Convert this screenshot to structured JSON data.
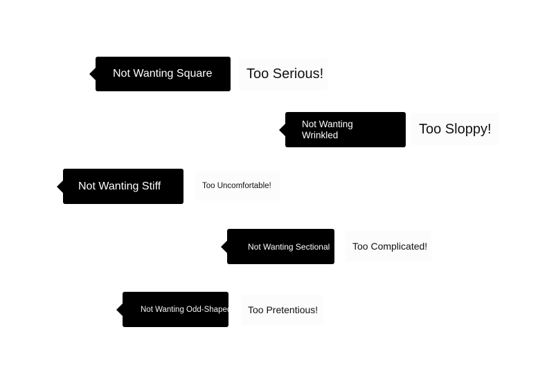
{
  "items": [
    {
      "bubble_label": "Not Wanting Square",
      "tag_label": "Too Serious!"
    },
    {
      "bubble_label": "Not Wanting Wrinkled",
      "tag_label": "Too Sloppy!"
    },
    {
      "bubble_label": "Not Wanting Stiff",
      "tag_label": "Too Uncomfortable!"
    },
    {
      "bubble_label": "Not Wanting Sectional",
      "tag_label": "Too Complicated!"
    },
    {
      "bubble_label": "Not Wanting Odd-Shaped",
      "tag_label": "Too Pretentious!"
    }
  ],
  "colors": {
    "bubble_background": "#000000",
    "bubble_text": "#ffffff",
    "tag_background": "#fcfcfc",
    "tag_text": "#111111",
    "page_background": "#ffffff"
  }
}
